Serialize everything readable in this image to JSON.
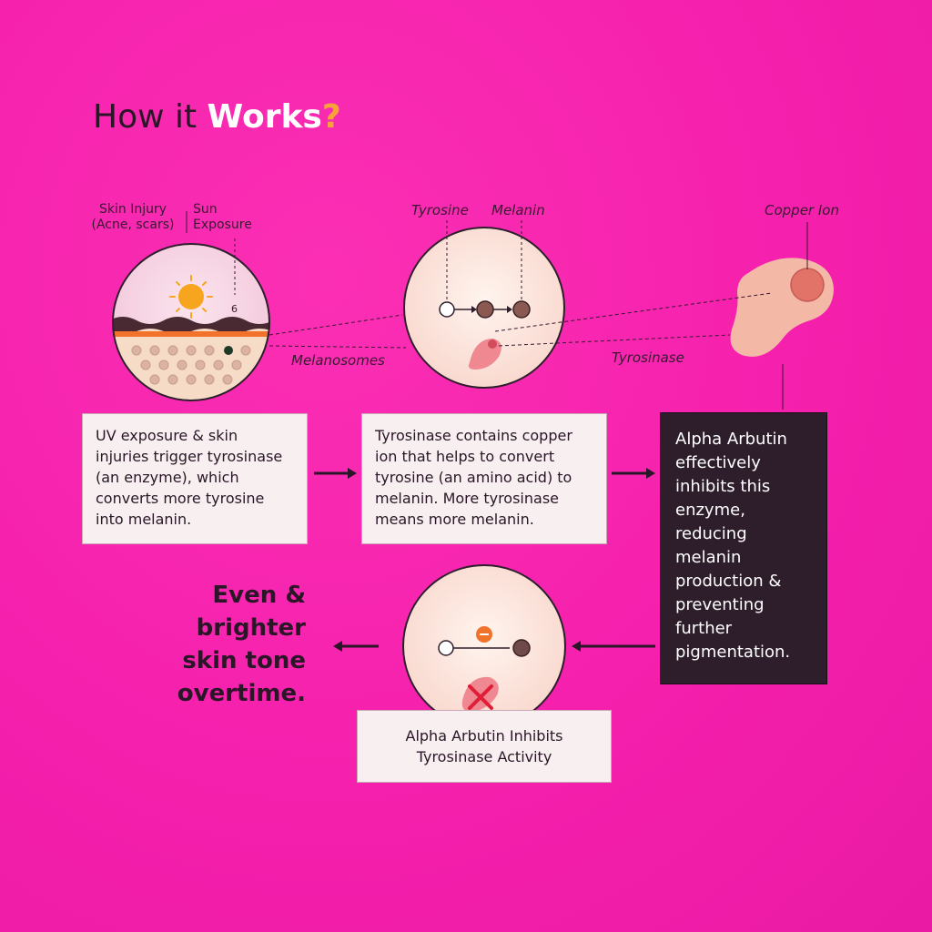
{
  "title": {
    "pre": "How it ",
    "bold": "Works",
    "mark": "?"
  },
  "labels": {
    "skin_injury": "Skin Injury\n(Acne, scars)",
    "sun_exposure": "Sun\nExposure",
    "sun_number": "6",
    "tyrosine": "Tyrosine",
    "melanin": "Melanin",
    "copper_ion": "Copper Ion",
    "melanosomes": "Melanosomes",
    "tyrosinase": "Tyrosinase"
  },
  "steps": {
    "step1": "UV exposure & skin injuries trigger tyrosinase (an enzyme), which converts more tyrosine into melanin.",
    "step2": "Tyrosinase contains copper ion that helps to convert tyrosine (an amino acid) to melanin. More tyrosinase means more melanin.",
    "step3": "Alpha Arbutin effectively inhibits this enzyme, reducing melanin production & preventing further pigmentation."
  },
  "caption": {
    "line1": "Alpha Arbutin Inhibits",
    "line2": "Tyrosinase Activity"
  },
  "result": {
    "line1": "Even &",
    "line2": "brighter",
    "line3": "skin tone",
    "line4": "overtime."
  },
  "colors": {
    "background": "#f520ad",
    "dark_box": "#2e1e2c",
    "accent": "#f8a23a"
  }
}
